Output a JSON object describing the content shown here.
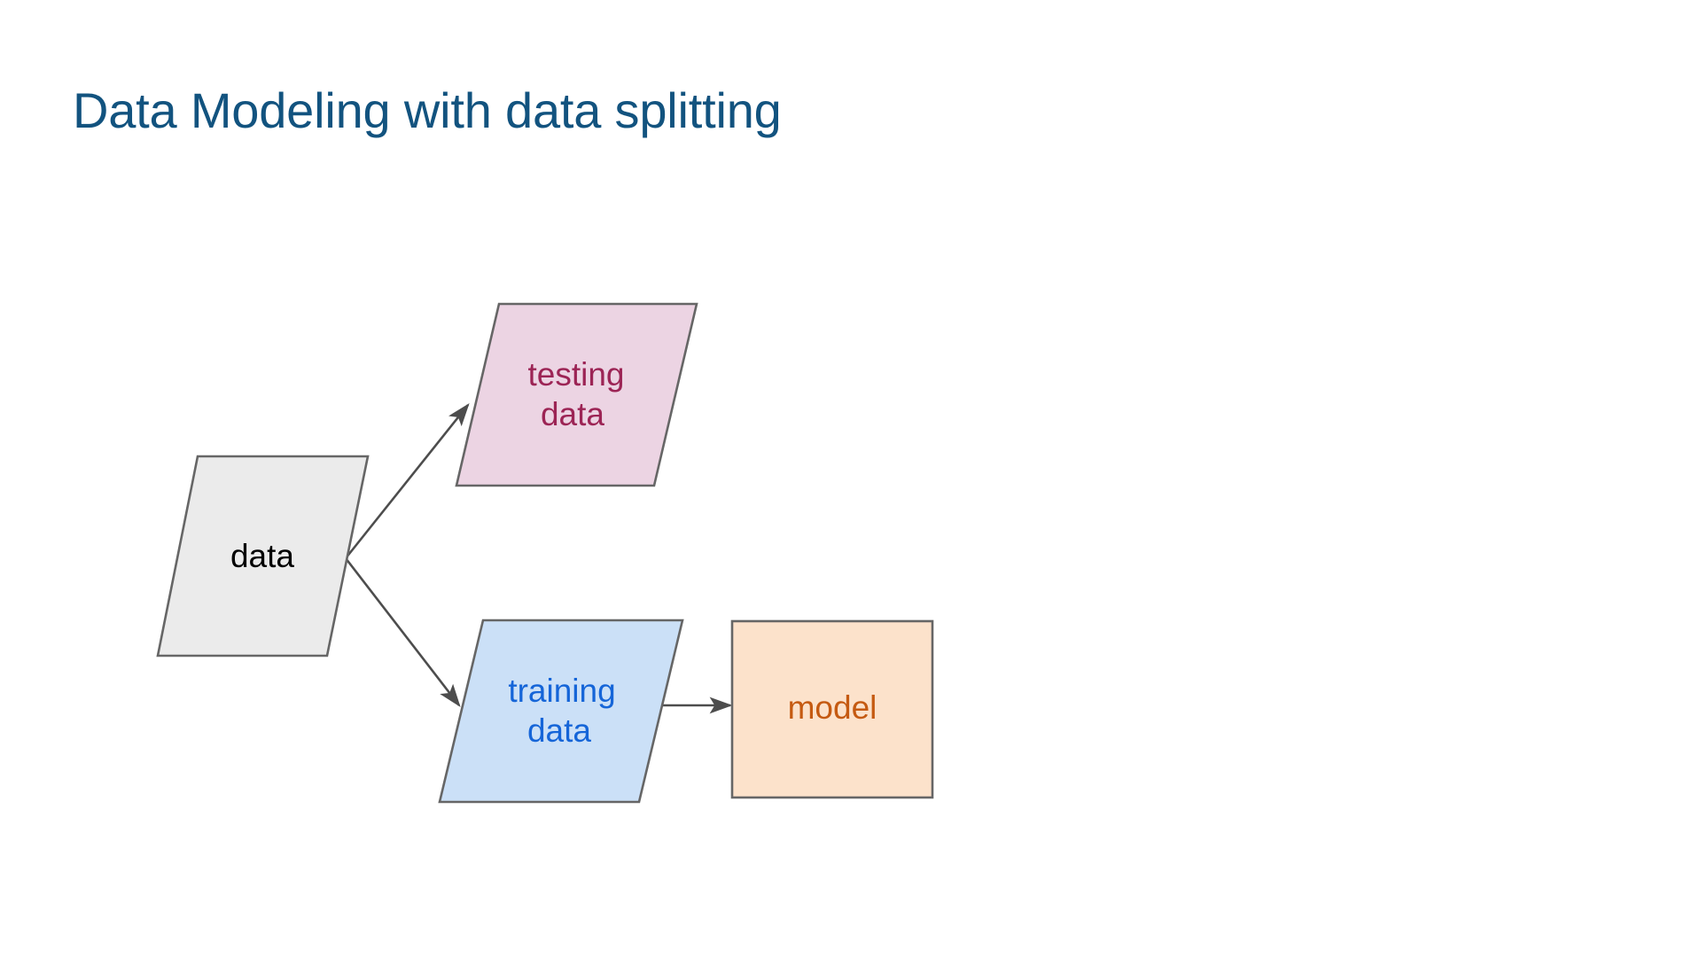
{
  "slide": {
    "title": "Data Modeling with data splitting",
    "background_color": "#ffffff",
    "title_color": "#12537f"
  },
  "diagram": {
    "type": "flowchart",
    "description": "Data splitting flow: data splits into testing data and training data; training data feeds a model.",
    "nodes": [
      {
        "id": "data",
        "label": "data",
        "shape": "parallelogram",
        "fill": "#ebebeb",
        "stroke": "#666666",
        "text_color": "#000000"
      },
      {
        "id": "testing-data",
        "label_line1": "testing",
        "label_line2": "data",
        "shape": "parallelogram",
        "fill": "#ecd4e3",
        "stroke": "#666666",
        "text_color": "#9c2455"
      },
      {
        "id": "training-data",
        "label_line1": "training",
        "label_line2": "data",
        "shape": "parallelogram",
        "fill": "#cbe0f7",
        "stroke": "#666666",
        "text_color": "#1565d8"
      },
      {
        "id": "model",
        "label": "model",
        "shape": "rectangle",
        "fill": "#fce2cb",
        "stroke": "#666666",
        "text_color": "#c55a11"
      }
    ],
    "edges": [
      {
        "id": "data-to-testing",
        "from": "data",
        "to": "testing-data",
        "arrow": "single"
      },
      {
        "id": "data-to-training",
        "from": "data",
        "to": "training-data",
        "arrow": "single"
      },
      {
        "id": "training-to-model",
        "from": "training-data",
        "to": "model",
        "arrow": "single"
      }
    ],
    "edge_color": "#4d4d4d"
  }
}
